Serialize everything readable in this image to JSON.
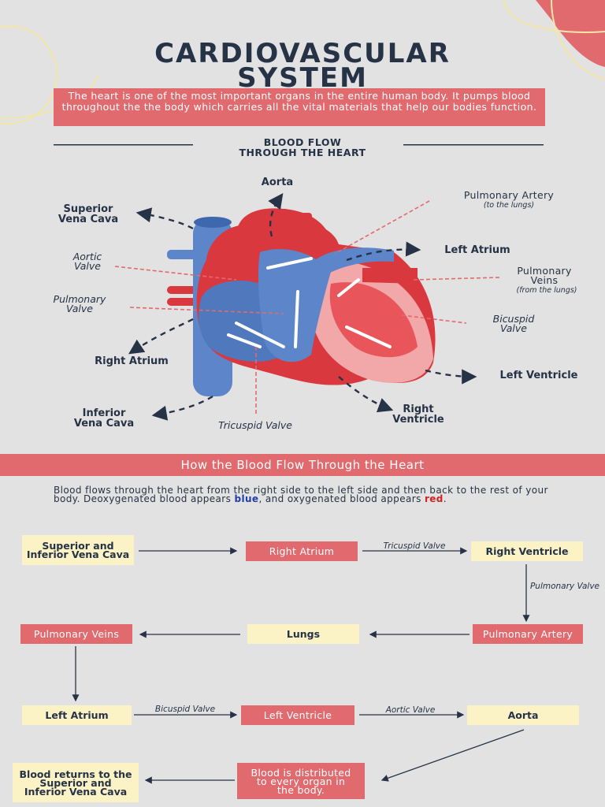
{
  "header": {
    "title_line1": "CARDIOVASCULAR",
    "title_line2": "SYSTEM",
    "intro": "The heart is one of the most important organs in the entire human body. It pumps blood throughout the the body which carries all the vital materials that help our bodies function."
  },
  "diagram": {
    "subtitle_line1": "BLOOD FLOW",
    "subtitle_line2": "THROUGH THE HEART",
    "labels": {
      "aorta": "Aorta",
      "superior_vena_cava": "Superior\nVena Cava",
      "pulmonary_artery": "Pulmonary Artery",
      "pulmonary_artery_note": "(to the lungs)",
      "left_atrium": "Left Atrium",
      "aortic_valve": "Aortic\nValve",
      "pulmonary_veins": "Pulmonary\nVeins",
      "pulmonary_veins_note": "(from the lungs)",
      "pulmonary_valve": "Pulmonary\nValve",
      "bicuspid_valve": "Bicuspid\nValve",
      "right_atrium": "Right Atrium",
      "left_ventricle": "Left Ventricle",
      "inferior_vena_cava": "Inferior\nVena Cava",
      "right_ventricle": "Right\nVentricle",
      "tricuspid_valve": "Tricuspid Valve"
    }
  },
  "flow_section": {
    "banner": "How the Blood Flow Through the Heart",
    "para_part1": "Blood flows through the heart from the right side to the left side and then back to the rest of your body. Deoxygenated blood appears ",
    "para_blue": "blue",
    "para_part2": ", and oxygenated blood appears ",
    "para_red": "red",
    "para_end": ".",
    "nodes": {
      "svc_ivc": "Superior and Inferior Vena Cava",
      "right_atrium": "Right Atrium",
      "right_ventricle": "Right Ventricle",
      "pulmonary_artery": "Pulmonary Artery",
      "lungs": "Lungs",
      "pulmonary_veins": "Pulmonary Veins",
      "left_atrium": "Left Atrium",
      "left_ventricle": "Left Ventricle",
      "aorta": "Aorta",
      "distributed": "Blood is distributed to every organ in the body.",
      "returns": "Blood returns to the Superior and Inferior Vena Cava"
    },
    "edge_labels": {
      "tricuspid": "Tricuspid Valve",
      "pulmonary_valve": "Pulmonary Valve",
      "bicuspid": "Bicuspid Valve",
      "aortic": "Aortic Valve"
    }
  },
  "colors": {
    "navy": "#263245",
    "coral": "#e16a6f",
    "cream": "#fbf3c5",
    "background": "#e2e2e2"
  }
}
